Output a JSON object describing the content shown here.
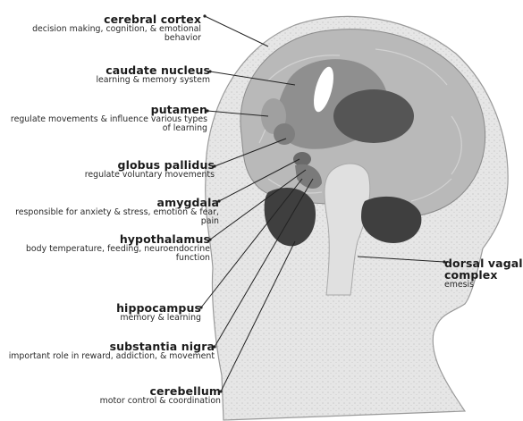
{
  "labels": [
    {
      "title": "cerebral cortex",
      "desc": "decision making, cognition, & emotional behavior"
    },
    {
      "title": "caudate nucleus",
      "desc": "learning & memory system"
    },
    {
      "title": "putamen",
      "desc": "regulate movements & influence various types of learning"
    },
    {
      "title": "globus pallidus",
      "desc": "regulate voluntary movements"
    },
    {
      "title": "amygdala",
      "desc": "responsible for anxiety & stress, emotion & fear, pain"
    },
    {
      "title": "hypothalamus",
      "desc": "body temperature, feeding, neuroendocrine function"
    },
    {
      "title": "hippocampus",
      "desc": "memory & learning"
    },
    {
      "title": "substantia nigra",
      "desc": "important role in reward, addiction, & movement"
    },
    {
      "title": "cerebellum",
      "desc": "motor control & coordination"
    },
    {
      "title": "dorsal vagal complex",
      "desc": "emesis"
    }
  ],
  "colors": {
    "head": "#e4e4e4",
    "cortex": "#b9b9b9",
    "inner": "#8f8f8f",
    "dark": "#555555",
    "darker": "#3f3f3f",
    "text": "#1b1b1b"
  }
}
